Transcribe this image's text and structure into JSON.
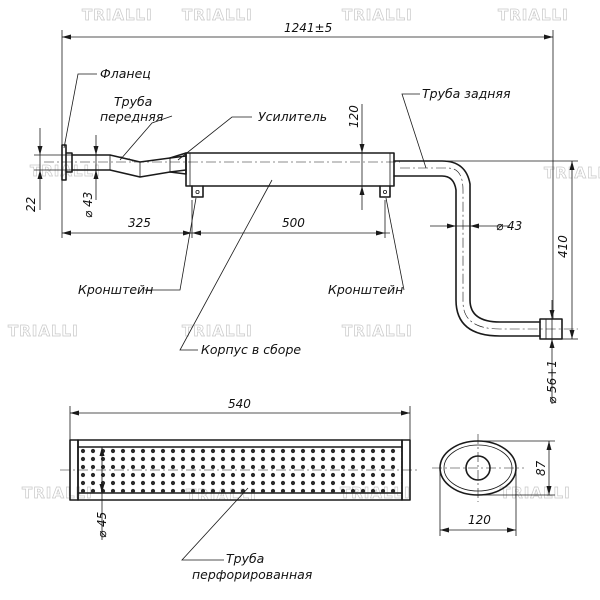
{
  "watermark": "TRIALLI",
  "labels": {
    "flange": "Фланец",
    "front_pipe_line1": "Труба",
    "front_pipe_line2": "передняя",
    "reinforcer": "Усилитель",
    "rear_pipe": "Труба задняя",
    "bracket_left": "Кронштейн",
    "bracket_right": "Кронштейн",
    "body_assembly": "Корпус в сборе",
    "perf_pipe_line1": "Труба",
    "perf_pipe_line2": "перфорированная"
  },
  "dimensions": {
    "overall_length": "1241±5",
    "height_120": "120",
    "flange_height": "22",
    "front_pipe_dia": "⌀ 43",
    "front_length": "325",
    "body_length": "500",
    "rear_pipe_dia": "⌀ 43",
    "total_height": "410",
    "outlet_dia": "⌀ 56+1",
    "inner_length": "540",
    "perf_pipe_dia": "⌀ 45",
    "oval_width": "120",
    "oval_height": "87"
  }
}
